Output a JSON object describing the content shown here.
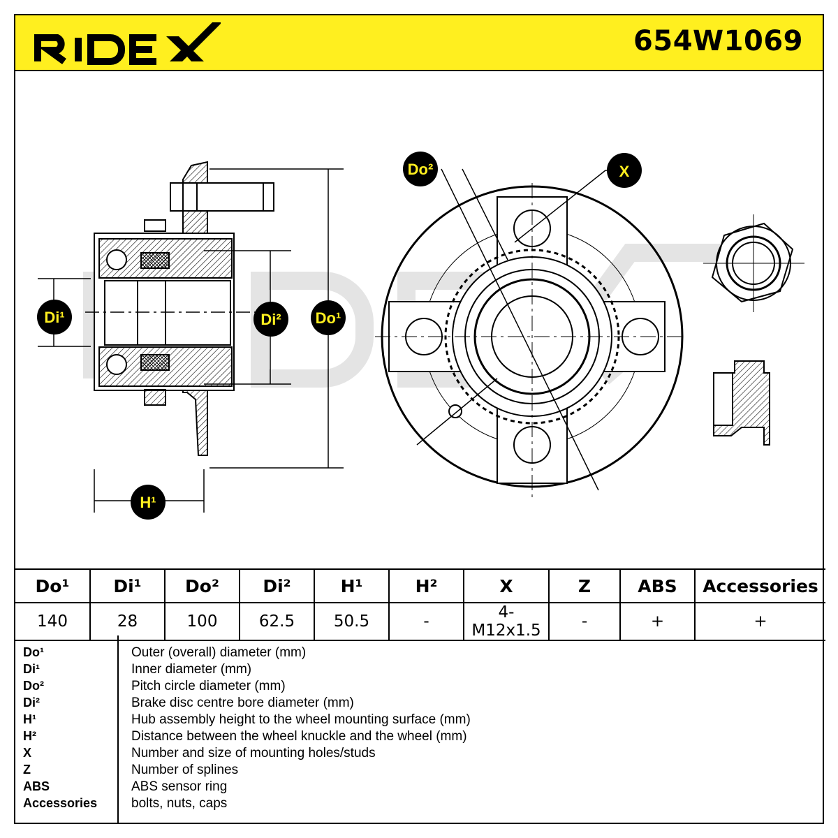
{
  "header": {
    "brand": "RIDEX",
    "part_number": "654W1069",
    "background_color": "#ffef1f"
  },
  "drawing": {
    "labels": {
      "di1": "Di¹",
      "di2": "Di²",
      "do1": "Do¹",
      "h1": "H¹",
      "do2": "Do²",
      "x": "X"
    },
    "watermark": "RIDEX"
  },
  "spec_table": {
    "headers": [
      "Do¹",
      "Di¹",
      "Do²",
      "Di²",
      "H¹",
      "H²",
      "X",
      "Z",
      "ABS",
      "Accessories"
    ],
    "values": [
      "140",
      "28",
      "100",
      "62.5",
      "50.5",
      "-",
      "4-M12x1.5",
      "-",
      "+",
      "+"
    ]
  },
  "legend": [
    {
      "key": "Do¹",
      "desc": "Outer (overall) diameter (mm)"
    },
    {
      "key": "Di¹",
      "desc": "Inner diameter (mm)"
    },
    {
      "key": "Do²",
      "desc": "Pitch circle diameter (mm)"
    },
    {
      "key": "Di²",
      "desc": "Brake disc centre bore diameter (mm)"
    },
    {
      "key": "H¹",
      "desc": "Hub assembly height to the wheel mounting surface (mm)"
    },
    {
      "key": "H²",
      "desc": "Distance between the wheel knuckle and the wheel (mm)"
    },
    {
      "key": "X",
      "desc": "Number and size of mounting holes/studs"
    },
    {
      "key": "Z",
      "desc": "Number of splines"
    },
    {
      "key": "ABS",
      "desc": "ABS sensor ring"
    },
    {
      "key": "Accessories",
      "desc": "bolts, nuts, caps"
    }
  ]
}
